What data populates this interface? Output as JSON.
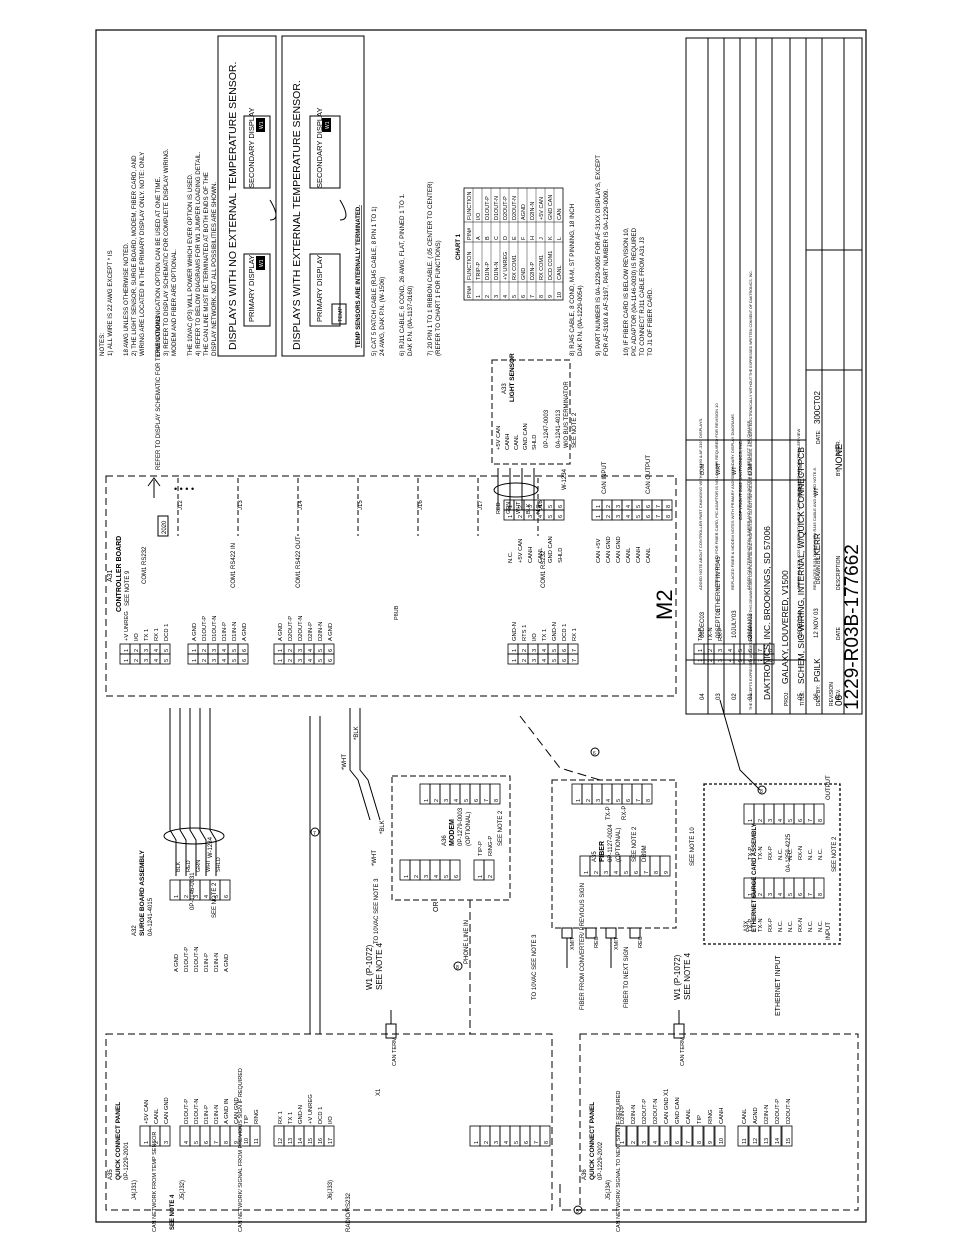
{
  "notes": [
    "NOTES:",
    "1) ALL WIRE IS 22 AWG EXCEPT * IS",
    "18 AWG UNLESS OTHERWISE NOTED.",
    "2) THE LIGHT SENSOR, SURGE BOARD, MODEM, FIBER CARD, AND",
    "WIRING ARE LOCATED IN THE PRIMARY DISPLAY ONLY. NOTE: ONLY",
    "ONE COMMUNICATION OPTION CAN BE USED AT ONE TIME.",
    "3) REFER TO DISPLAY SCHEMATIC FOR COMPLETE DISPLAY WIRING.",
    "MODEM AND FIBER ARE OPTIONAL.",
    "THE 10VAC (P3) WILL POWER WHICH EVER OPTION IS USED.",
    "4) REFER TO BELOW DIAGRAMS FOR W1 JUMPER LOADING DETAIL.",
    "THE CAN LINE MUST BE TERMINATED AT BOTH ENDS OF THE",
    "DISPLAY NETWORK. NOT ALL POSSIBILITIES ARE SHOWN."
  ],
  "display_boxes": {
    "no_ext_title": "DISPLAYS WITH NO EXTERNAL TEMPERATURE SENSOR.",
    "ext_title": "DISPLAYS WITH EXTERNAL TEMPERATURE SENSOR.",
    "primary": "PRIMARY DISPLAY",
    "secondary": "SECONDARY DISPLAY",
    "w1": "W1",
    "temp": "TEMP",
    "temp_note": "TEMP SENSORS ARE INTERNALLY TERMINATED."
  },
  "cable_notes": [
    "5) CAT 5 PATCH CABLE (RJ45 CABLE, 8 PIN 1 TO 1)",
    "24 AWG, DAK P.N. (W-1506)",
    "6) RJ11 CABLE, 6 COND, 26 AWG, FLAT, PINNED 1 TO 1.",
    "DAK P.N. (0A-1137-0160)",
    "7) 20 PIN 1 TO 1 RIBBON CABLE. (.05 CENTER TO CENTER)",
    "(REFER TO CHART 1 FOR FUNCTIONS)",
    "8) RJ45 CABLE, 8 COND, M-M, ST PINNING, 18 INCH",
    "DAK P.N. (0A-1229-0054)",
    "9) PART NUMBER IS 0A-1229-0005 FOR AF-31XX DISPLAYS, EXCEPT",
    "FOR AF-3190 & AF-3197, PART NUMBER IS 0A-1229-0009.",
    "10) IF FIBER CARD IS BELOW REVISION 10,",
    "PIC ADAPTOR (0A-1146-0030) IS REQUIRED",
    "TO CONNECT RJ11 CABLE FROM A31 J3",
    "TO J1 OF FIBER CARD."
  ],
  "chart1": {
    "title": "CHART 1",
    "headers": [
      "PIN#",
      "FUNCTION",
      "PIN#",
      "FUNCTION"
    ],
    "rows": [
      [
        "1",
        "TRIP-P",
        "A",
        "I/O"
      ],
      [
        "2",
        "D1IN-P",
        "B",
        "D1OUT-P"
      ],
      [
        "3",
        "D1IN-N",
        "C",
        "D1OUT-N"
      ],
      [
        "4",
        "+V UNREG",
        "D",
        "D2OUT-P"
      ],
      [
        "5",
        "RX COM1",
        "E",
        "D2OUT-N"
      ],
      [
        "6",
        "GND",
        "F",
        "AGND"
      ],
      [
        "7",
        "D2IN-P",
        "H",
        "D2IN-N"
      ],
      [
        "8",
        "RX COM1",
        "J",
        "+5V CAN"
      ],
      [
        "9",
        "DCD COM1",
        "K",
        "GND CAN"
      ],
      [
        "10",
        "CANL",
        "L",
        "CAN"
      ]
    ]
  },
  "title_block": {
    "drawing_number": "1229-R03B-177662",
    "company": "DAKTRONICS, INC. BROOKINGS, SD 57006",
    "project_label": "PROJ:",
    "project": "GALAXY, LOUVERED, V1500",
    "title_label": "TITLE:",
    "title": "SCHEM, SIG WIRING, INTERNAL, W/QUICK CONNECT PCB",
    "designer_label": "DES. BY:",
    "designer": "PGILK",
    "drawn_label": "DRAWN BY:",
    "drawn": "LKERR",
    "date_label": "DATE:",
    "date": "300CT02",
    "revision_label": "REVISION",
    "revision": "06",
    "scale_label": "SCALE:",
    "scale": "NONE",
    "appr_label": "APPR. BY:",
    "confidential": "THE CONCEPTS EXPRESSED AND DETAILS SHOWN ON THIS DRAWING ARE CONFIDENTIAL AND PROPRIETARY. DO NOT REPRODUCE BY ANY MEANS, INCLUDING ELECTRONICALLY WITHOUT THE EXPRESSED WRITTEN CONSENT OF DAKTRONICS, INC.",
    "copyright": "COPYRIGHT 2002 DAKTRONICS, INC."
  },
  "revisions": {
    "headers": [
      "REV.",
      "DATE",
      "DESCRIPTION",
      "BY:",
      "APPR."
    ],
    "rows": [
      [
        "06",
        "12 NOV 03",
        "REPLACED RJ11 CABLE WITH RJ45 CABLE AND ADDED NOTE 8.",
        "WT",
        ""
      ],
      [
        "05",
        "06DEC04",
        "ADDED 0A-1229-4225 ETHERNET SURGE CARD, EXPANDED M2 CONTROLLER VIEW",
        "WRS",
        "DJM"
      ],
      [
        "04",
        "08DEC03",
        "ADDED NOTE ABOUT CONTROLLER PART CHANGING WITH AF-3190 & AF-3197 DISPLAYS.",
        "",
        "DJM"
      ],
      [
        "03",
        "09SEPT03",
        "ADDED NOTE # 10 FOR FIBER CARD, PIC ADAPTOR IS NO LONGER REQUIRED FOR REVISION 10",
        "",
        "WRT"
      ],
      [
        "02",
        "10JULY03",
        "REPLACED FIBER & MODEM NOTES WITH PRIMARY AND SECONDARY DISPLAY DIAGRAMS",
        "",
        "WT"
      ],
      [
        "01",
        "28JAN03",
        "ADDED CAN TERMINATION JUMPER AND REVISED NOTE # 4 TO REFLECT THE CHANGE.",
        "",
        "DJM"
      ]
    ]
  },
  "controller": {
    "ref": "A31",
    "name": "CONTROLLER BOARD",
    "see": "SEE NOTE 9",
    "model": "M2",
    "tb1": [
      "+V UNREG",
      "I/O",
      "TX 1",
      "RX 1",
      "DCD 1"
    ],
    "tb2": [
      "A GND",
      "D1OUT-P",
      "D1OUT-N",
      "D1IN-P",
      "D1IN-N",
      "A GND"
    ],
    "tb3": [
      "A GND",
      "D2OUT-P",
      "D2OUT-N",
      "D2IN-P",
      "D2IN-N",
      "A GND"
    ],
    "j3": [
      "GND-N",
      "RTS 1",
      "I/O",
      "TX 1",
      "GND-N",
      "DCD 1",
      "RX 1"
    ],
    "j4": [
      "TX-P",
      "TX-N",
      "RX-P",
      "",
      "",
      "RX-N",
      "",
      ""
    ],
    "tb4": [
      "CAN +5V",
      "CAN GND",
      "CAN GND",
      "CANL",
      "CANH",
      "CANL",
      "",
      ""
    ],
    "p9": [
      "N.C.",
      "+5V CAN",
      "CANH",
      "CANL",
      "GND CAN",
      "SHLD"
    ],
    "com1_232": "COM1 RS232",
    "com1_422_in": "COM1 RS422 IN",
    "com1_422_out": "COM1 RS422 OUT",
    "com1_j3": "COM1 RS232",
    "ethernet": "ETHERNET IN RJ45",
    "can_input": "CAN INPUT",
    "can_output": "CAN OUTPUT",
    "refer": "REFER TO DISPLAY SCHEMATIC FOR TERMINATIONS"
  },
  "light_sensor": {
    "ref": "A33",
    "name": "LIGHT SENSOR",
    "part": "0P-1247-0003",
    "pins": [
      "+5V CAN",
      "CANH",
      "CANL",
      "GND CAN",
      "SHLD"
    ],
    "cable": "0A-1241-4013",
    "terminator": "W/O BUS TERMINATOR",
    "see": "SEE NOTE 2",
    "w_cable": "W-1234",
    "wires": [
      "RED",
      "GRN",
      "WHT",
      "BLK",
      "N.C."
    ]
  },
  "surge": {
    "ref": "A32",
    "name": "SURGE BOARD ASSEMBLY",
    "part": "0A-1241-4015",
    "sub": "0P-1146-0031",
    "see": "SEE NOTE 2",
    "w_cable": "W-1234",
    "left": [
      "A GND",
      "D1OUT-P",
      "D1OUT-N",
      "D1IN-P",
      "D1IN-N",
      "A GND"
    ],
    "wires": [
      "BLK",
      "RED",
      "GRN",
      "WHT",
      "SHLD"
    ]
  },
  "modem": {
    "ref": "A36",
    "name": "MODEM",
    "part": "0P-1279-0003",
    "option": "(OPTIONAL)",
    "see": "SEE NOTE 2",
    "tb2": [
      "TIP-P",
      "RING-P"
    ],
    "phone": "PHONE LINE IN",
    "p5": [
      "",
      "",
      "",
      "",
      "",
      ""
    ],
    "power": "TO 10VAC SEE NOTE 3",
    "or": "OR"
  },
  "fiber": {
    "ref": "A35",
    "name": "FIBER",
    "part": "0P-1127-0024",
    "option": "(OPTIONAL)",
    "see": "SEE NOTE 2",
    "tx": "TX-P",
    "rx": "RX-P",
    "dbbm": "DB9M",
    "see10": "SEE NOTE 10",
    "xmit_from": "FIBER FROM CONVERTER/ PREVIOUS SIGN",
    "xmit_to": "FIBER TO NEXT SIGN",
    "power": "TO 10VAC SEE NOTE 3",
    "xmit": "XMIT",
    "rec": "REC"
  },
  "ethernet_surge": {
    "ref": "A3X",
    "name": "ETHERNET SURGE CARD ASSEMBLY",
    "part": "0A-1259-4225",
    "see": "SEE NOTE 2",
    "input": "INPUT",
    "output": "OUTPUT",
    "pins": [
      "TX-P",
      "TX-N",
      "RX-P",
      "N.C.",
      "N.C.",
      "RX-N",
      "N.C.",
      "N.C."
    ],
    "ethernet": "ETHERNET INPUT"
  },
  "qcp1": {
    "ref": "A35",
    "name": "QUICK CONNECT PANEL",
    "part": "0P-1229-2001",
    "j4": "J4(J31)",
    "j5": "J5(J32)",
    "j6": "J6(J33)",
    "pins": [
      "+5V CAN",
      "CANL",
      "CAN GND",
      "D1OUT-P",
      "D1OUT-N",
      "D1IN-P",
      "D1IN-N",
      "A GND IN",
      "CAN GND",
      "TIP",
      "RING",
      "RX 1",
      "TX 1",
      "GND-N",
      "+V UNREG",
      "DCD 1",
      "I/O"
    ],
    "can_net_from_temp": "CAN NETWORK FROM TEMP SENSOR",
    "see4": "SEE NOTE 4",
    "can_net_prev": "CAN NETWORK/ SIGNAL FROM PREVIOUS SIGN IF REQUIRED",
    "radio": "RADIO/RS232",
    "x1": "X1",
    "can_term": "CAN TERM",
    "w1": "W1 (P-1072)",
    "see_note4": "SEE NOTE 4"
  },
  "qcp2": {
    "ref": "A36",
    "name": "QUICK CONNECT PANEL",
    "part": "0P-1229-2002",
    "j5": "J5(J34)",
    "pins": [
      "D2IN-P",
      "D2IN-N",
      "D2OUT-P",
      "D2OUT-N",
      "CAN GND",
      "GND CAN",
      "CANL",
      "TIP",
      "RING",
      "CANH",
      "CANL",
      "AGND",
      "D2IN-N",
      "D2OUT-P",
      "D2OUT-N"
    ],
    "can_net_next": "CAN NETWORK/ SIGNAL TO NEXT SIGN IF REQUIRED",
    "x1": "X1",
    "can_term": "CAN TERM",
    "w1": "W1 (P-1072)",
    "see_note4": "SEE NOTE 4"
  },
  "wires": {
    "wht": "*WHT",
    "blk": "*BLK",
    "num5": "5",
    "num6": "6",
    "num7": "7",
    "num8": "8",
    "p8ub": "P8UB"
  }
}
